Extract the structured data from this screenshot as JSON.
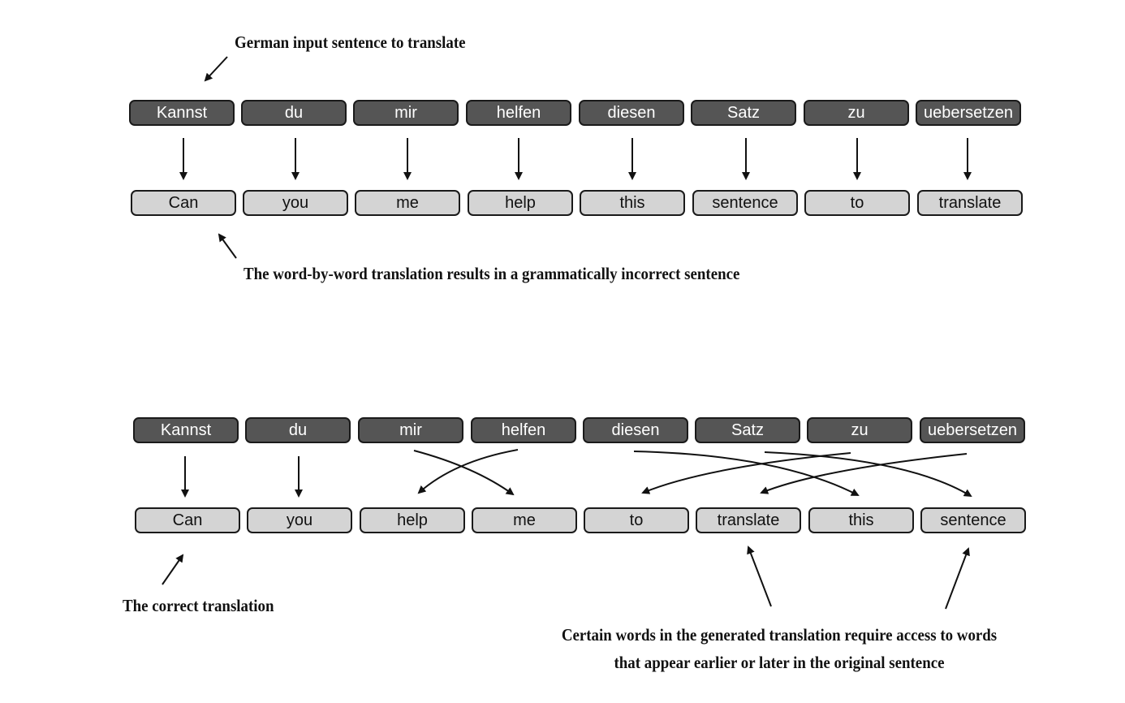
{
  "top": {
    "source_words": [
      "Kannst",
      "du",
      "mir",
      "helfen",
      "diesen",
      "Satz",
      "zu",
      "uebersetzen"
    ],
    "target_words": [
      "Can",
      "you",
      "me",
      "help",
      "this",
      "sentence",
      "to",
      "translate"
    ],
    "label_input": "German input sentence to translate",
    "label_result": "The word-by-word translation results in a grammatically incorrect sentence"
  },
  "bottom": {
    "source_words": [
      "Kannst",
      "du",
      "mir",
      "helfen",
      "diesen",
      "Satz",
      "zu",
      "uebersetzen"
    ],
    "target_words": [
      "Can",
      "you",
      "help",
      "me",
      "to",
      "translate",
      "this",
      "sentence"
    ],
    "label_correct": "The correct translation",
    "label_access_line1": "Certain words in the generated translation require access to words",
    "label_access_line2": "that appear earlier or later in the original sentence"
  }
}
